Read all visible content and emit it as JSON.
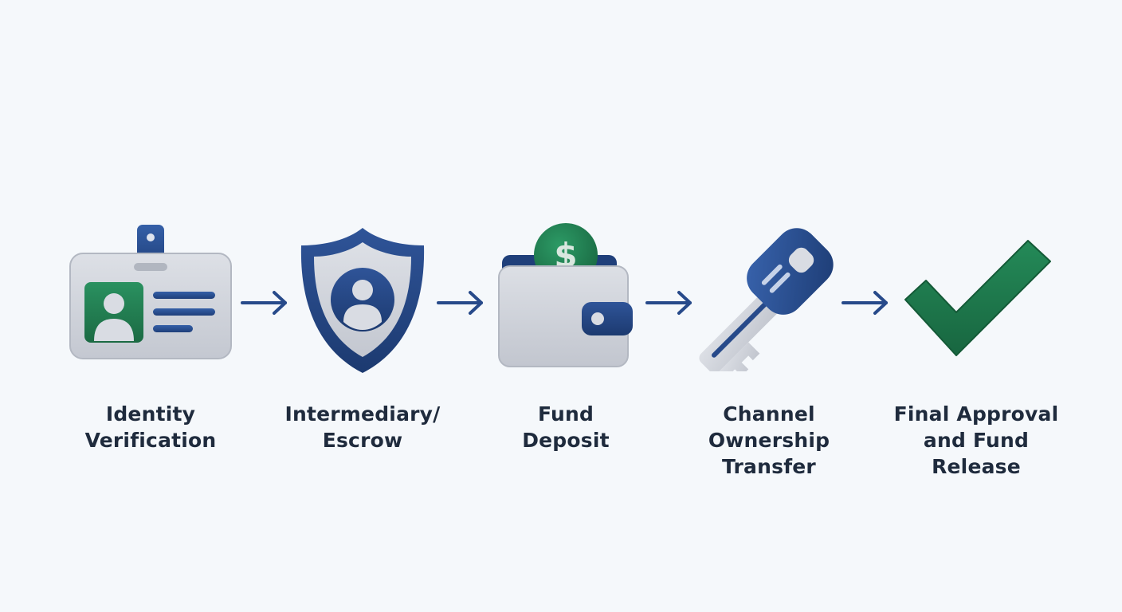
{
  "diagram": {
    "steps": [
      {
        "id": "identity-verification",
        "icon": "id-badge-icon",
        "label_lines": [
          "Identity",
          "Verification"
        ]
      },
      {
        "id": "intermediary-escrow",
        "icon": "shield-user-icon",
        "label_lines": [
          "Intermediary/",
          "Escrow"
        ]
      },
      {
        "id": "fund-deposit",
        "icon": "wallet-coin-icon",
        "label_lines": [
          "Fund",
          "Deposit"
        ]
      },
      {
        "id": "channel-ownership-transfer",
        "icon": "key-icon",
        "label_lines": [
          "Channel",
          "Ownership",
          "Transfer"
        ]
      },
      {
        "id": "final-approval",
        "icon": "checkmark-icon",
        "label_lines": [
          "Final Approval",
          "and Fund",
          "Release"
        ]
      }
    ],
    "arrows": [
      "arrow-right-icon",
      "arrow-right-icon",
      "arrow-right-icon",
      "arrow-right-icon"
    ],
    "colors": {
      "navy": "#274a8a",
      "navy_dark": "#1d3a6e",
      "green": "#1f7a4d",
      "gray_light": "#d9dce3",
      "gray_mid": "#c3c7d0",
      "background": "#f5f8fb",
      "text": "#1f2b3d"
    }
  }
}
